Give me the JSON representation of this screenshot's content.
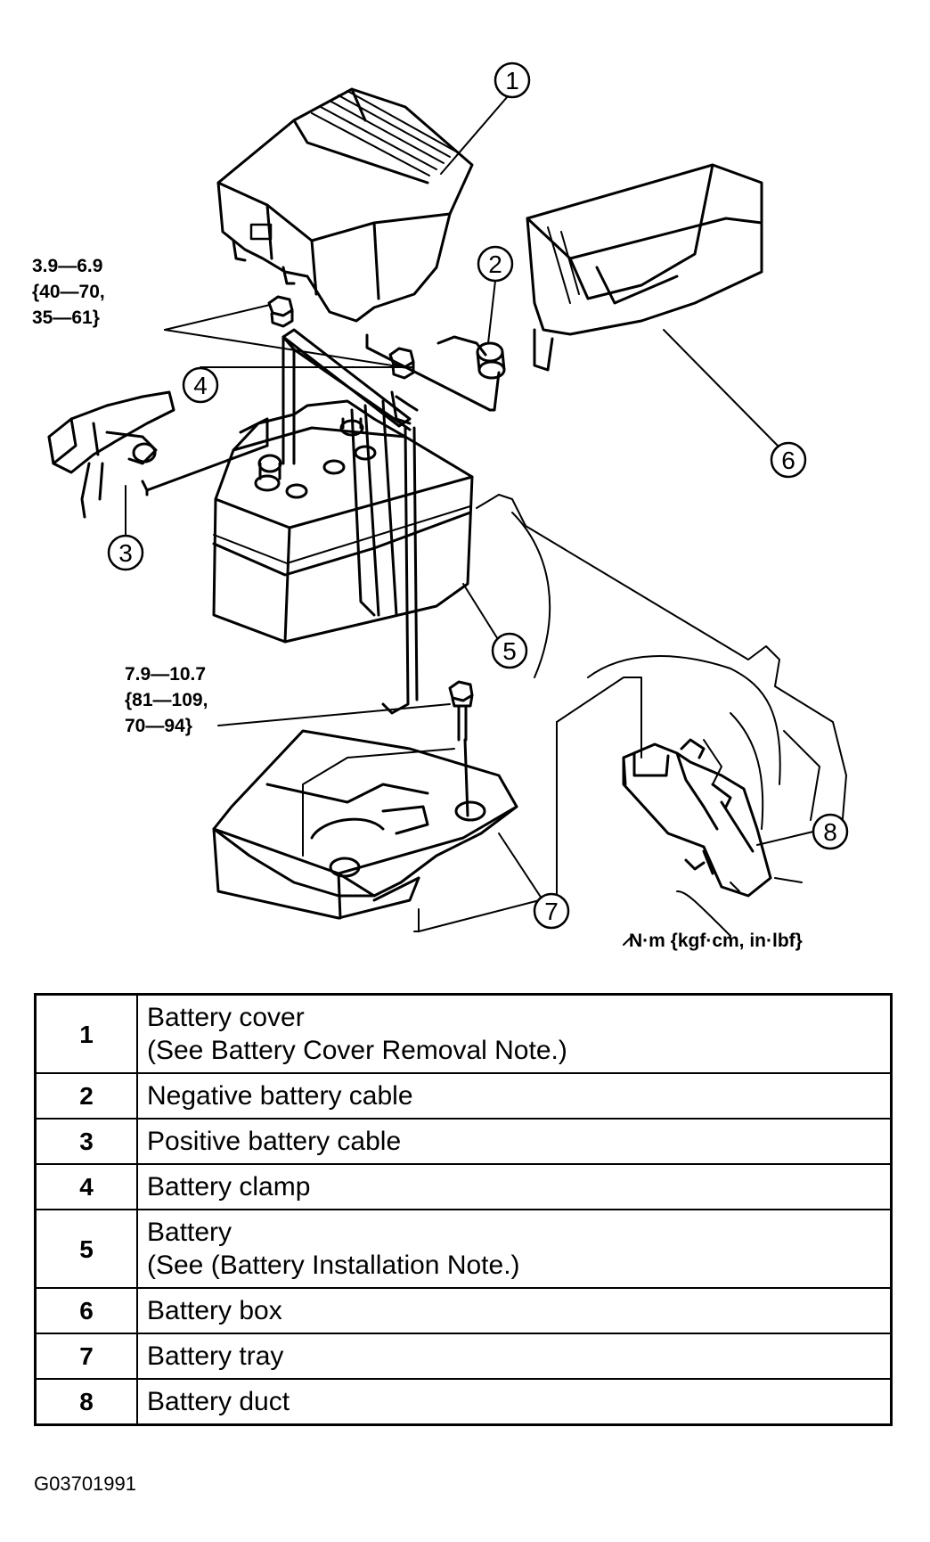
{
  "callouts": [
    "1",
    "2",
    "3",
    "4",
    "5",
    "6",
    "7",
    "8"
  ],
  "torque_upper": {
    "line1": "3.9—6.9",
    "line2": "{40—70,",
    "line3": "35—61}"
  },
  "torque_lower": {
    "line1": "7.9—10.7",
    "line2": "{81—109,",
    "line3": "70—94}"
  },
  "units": "N·m {kgf·cm, in·lbf}",
  "parts": [
    {
      "num": "1",
      "name": "Battery cover",
      "note": "(See Battery Cover Removal Note.)"
    },
    {
      "num": "2",
      "name": "Negative battery cable",
      "note": ""
    },
    {
      "num": "3",
      "name": "Positive battery cable",
      "note": ""
    },
    {
      "num": "4",
      "name": "Battery clamp",
      "note": ""
    },
    {
      "num": "5",
      "name": "Battery",
      "note": "(See (Battery Installation Note.)"
    },
    {
      "num": "6",
      "name": "Battery box",
      "note": ""
    },
    {
      "num": "7",
      "name": "Battery tray",
      "note": ""
    },
    {
      "num": "8",
      "name": "Battery duct",
      "note": ""
    }
  ],
  "figure_code": "G03701991"
}
